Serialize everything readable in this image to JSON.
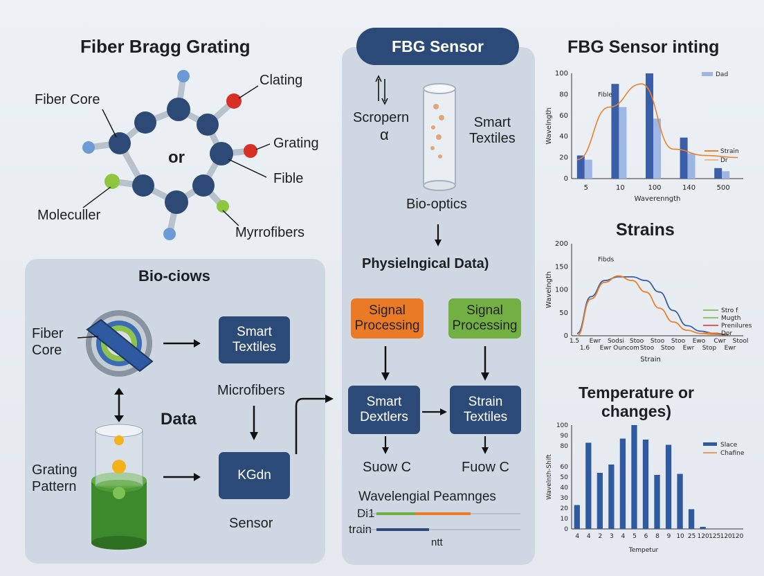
{
  "left_panel": {
    "title": "Fiber Bragg Grating",
    "molecule_labels": {
      "fiber_core": "Fiber Core",
      "clating": "Clating",
      "grating": "Grating",
      "fible": "Fible",
      "center": "or",
      "moleculler": "Moleculler",
      "myrofibers": "Myrrofibers"
    }
  },
  "bio_panel": {
    "title": "Bio-ciows",
    "fiber_core": "Fiber\nCore",
    "smart_textiles": "Smart\nTextiles",
    "data": "Data",
    "microfibers": "Microfibers",
    "grating_pattern": "Grating\nPattern",
    "kgdn": "KGdn",
    "sensor": "Sensor"
  },
  "center_panel": {
    "header": "FBG Sensor",
    "scropern": "Scropern",
    "smart_textiles": "Smart\nTextiles",
    "bio_optics": "Bio-optics",
    "physio_data": "Physielngical Data)",
    "signal_processing_1": "Signal\nProcessing",
    "signal_processing_2": "Signal\nProcessing",
    "smart_dextlers": "Smart\nDextlers",
    "strain_textiles": "Strain\nTextiles",
    "suow_c": "Suow C",
    "fuow_c": "Fuow C",
    "wavelength_title": "Wavelengial Peamnges",
    "bar_label_1": "Di1",
    "bar_label_2": "train",
    "bar_footer": "ntt",
    "colors": {
      "orange": "#ea7a25",
      "green": "#73b043",
      "navy": "#2c4a78"
    }
  },
  "chart_data": [
    {
      "type": "bar",
      "title": "FBG Sensor inting",
      "categories": [
        "5",
        "10",
        "100",
        "140",
        "500"
      ],
      "series": [
        {
          "name": "Dad",
          "values": [
            22,
            90,
            100,
            39,
            10
          ]
        },
        {
          "name": "",
          "values": [
            18,
            68,
            57,
            24,
            7
          ]
        }
      ],
      "line_series": {
        "name": "Strain",
        "values": [
          18,
          68,
          90,
          28,
          22,
          20
        ]
      },
      "extra_legend": "Dr",
      "annotation": "Fible",
      "ylim": [
        0,
        100
      ],
      "yticks": [
        0,
        20,
        40,
        60,
        80,
        100
      ],
      "xlabel": "Waverenngth",
      "ylabel": "Wavelngth"
    },
    {
      "type": "line",
      "title": "Strains",
      "xticks": [
        "1.5",
        "1.6",
        "Ewr",
        "Ewr",
        "Sodsi",
        "Ouncom",
        "Stoo",
        "Stoo",
        "Stoo",
        "Stoo",
        "Stoo",
        "Ewr",
        "Ewo",
        "Stop",
        "Cwr",
        "Ewr",
        "Stool"
      ],
      "series": [
        {
          "name": "Stro f",
          "values": [
            5,
            85,
            120,
            128,
            128,
            120,
            95,
            55,
            22,
            10,
            5,
            3
          ]
        },
        {
          "name": "Dor",
          "values": [
            0,
            80,
            116,
            130,
            120,
            95,
            60,
            30,
            12,
            5,
            3,
            2
          ]
        }
      ],
      "extra_legend": [
        "Mugth",
        "Prenilures"
      ],
      "annotation": "Fibds",
      "ylim": [
        0,
        200
      ],
      "yticks": [
        0,
        50,
        100,
        150,
        200
      ],
      "xlabel": "Strain",
      "ylabel": "Wavelngth",
      "colors": {
        "Stro f": "#3b5ea8",
        "Dor": "#e8822e"
      }
    },
    {
      "type": "bar",
      "title": "Temperature or\nchanges)",
      "categories": [
        "4",
        "4",
        "2",
        "3",
        "4",
        "5",
        "6",
        "8",
        "9",
        "10",
        "25",
        "120",
        "125",
        "120",
        "120"
      ],
      "series": [
        {
          "name": "Slace",
          "values": [
            23,
            83,
            54,
            62,
            87,
            100,
            86,
            52,
            81,
            53,
            19,
            2,
            0,
            0,
            0
          ]
        }
      ],
      "extra_legend": "Chafine",
      "ylim": [
        0,
        100
      ],
      "yticks": [
        0,
        10,
        20,
        30,
        40,
        50,
        60,
        80,
        90,
        100
      ],
      "xlabel": "Tempetur",
      "ylabel": "Wavelnth-Shift"
    }
  ]
}
